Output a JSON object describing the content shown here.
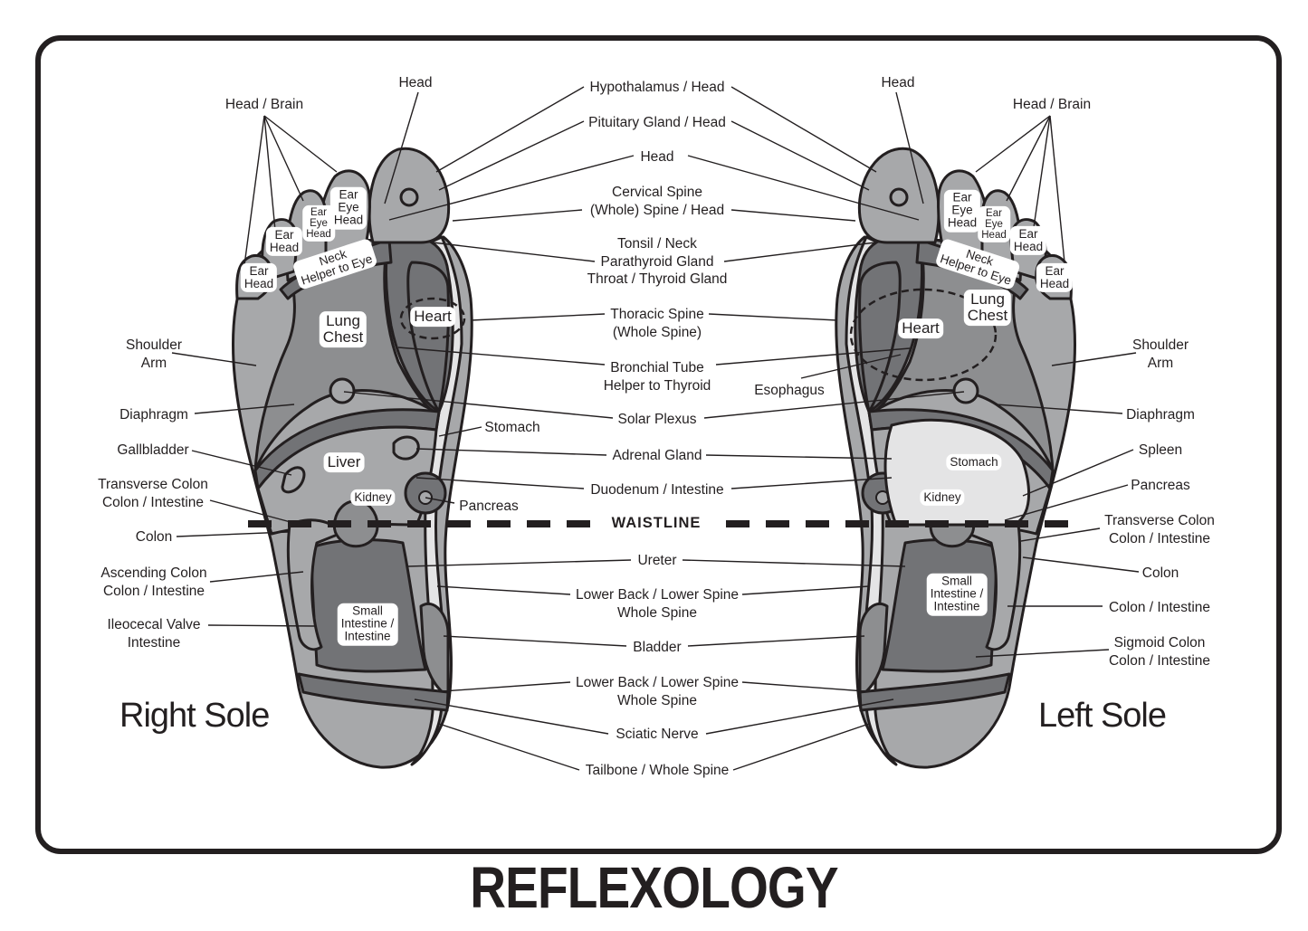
{
  "title": "REFLEXOLOGY",
  "waistline_label": "WAISTLINE",
  "colors": {
    "outline": "#231f20",
    "light": "#a7a8aa",
    "mid": "#8d8e90",
    "dark": "#727376",
    "pale": "#e4e4e5",
    "background": "#ffffff"
  },
  "right_sole": {
    "title": "Right Sole",
    "left_labels": [
      {
        "lines": [
          "Head / Brain"
        ]
      },
      {
        "lines": [
          "Shoulder",
          "Arm"
        ]
      },
      {
        "lines": [
          "Diaphragm"
        ]
      },
      {
        "lines": [
          "Gallbladder"
        ]
      },
      {
        "lines": [
          "Transverse Colon",
          "Colon / Intestine"
        ]
      },
      {
        "lines": [
          "Colon"
        ]
      },
      {
        "lines": [
          "Ascending Colon",
          "Colon / Intestine"
        ]
      },
      {
        "lines": [
          "Ileocecal Valve",
          "Intestine"
        ]
      }
    ],
    "top_label": {
      "lines": [
        "Head"
      ]
    },
    "inner_labels": [
      {
        "lines": [
          "Stomach"
        ]
      },
      {
        "lines": [
          "Pancreas"
        ]
      }
    ],
    "zone_tags": [
      {
        "lines": [
          "Ear",
          "Head"
        ]
      },
      {
        "lines": [
          "Ear",
          "Head"
        ]
      },
      {
        "lines": [
          "Ear",
          "Eye",
          "Head"
        ]
      },
      {
        "lines": [
          "Ear",
          "Eye",
          "Head"
        ]
      },
      {
        "lines": [
          "Neck",
          "Helper to Eye"
        ]
      },
      {
        "lines": [
          "Lung",
          "Chest"
        ]
      },
      {
        "lines": [
          "Heart"
        ]
      },
      {
        "lines": [
          "Liver"
        ]
      },
      {
        "lines": [
          "Kidney"
        ]
      },
      {
        "lines": [
          "Small",
          "Intestine /",
          "Intestine"
        ]
      }
    ]
  },
  "left_sole": {
    "title": "Left Sole",
    "right_labels": [
      {
        "lines": [
          "Head / Brain"
        ]
      },
      {
        "lines": [
          "Shoulder",
          "Arm"
        ]
      },
      {
        "lines": [
          "Diaphragm"
        ]
      },
      {
        "lines": [
          "Spleen"
        ]
      },
      {
        "lines": [
          "Pancreas"
        ]
      },
      {
        "lines": [
          "Transverse Colon",
          "Colon / Intestine"
        ]
      },
      {
        "lines": [
          "Colon"
        ]
      },
      {
        "lines": [
          "Colon / Intestine"
        ]
      },
      {
        "lines": [
          "Sigmoid Colon",
          "Colon / Intestine"
        ]
      }
    ],
    "top_label": {
      "lines": [
        "Head"
      ]
    },
    "inner_labels": [
      {
        "lines": [
          "Esophagus"
        ]
      }
    ],
    "zone_tags": [
      {
        "lines": [
          "Ear",
          "Eye",
          "Head"
        ]
      },
      {
        "lines": [
          "Ear",
          "Eye",
          "Head"
        ]
      },
      {
        "lines": [
          "Ear",
          "Head"
        ]
      },
      {
        "lines": [
          "Ear",
          "Head"
        ]
      },
      {
        "lines": [
          "Neck",
          "Helper to Eye"
        ]
      },
      {
        "lines": [
          "Lung",
          "Chest"
        ]
      },
      {
        "lines": [
          "Heart"
        ]
      },
      {
        "lines": [
          "Stomach"
        ]
      },
      {
        "lines": [
          "Kidney"
        ]
      },
      {
        "lines": [
          "Small",
          "Intestine /",
          "Intestine"
        ]
      }
    ]
  },
  "center_labels": [
    {
      "lines": [
        "Hypothalamus / Head"
      ]
    },
    {
      "lines": [
        "Pituitary Gland / Head"
      ]
    },
    {
      "lines": [
        "Head"
      ]
    },
    {
      "lines": [
        "Cervical Spine",
        "(Whole) Spine / Head"
      ]
    },
    {
      "lines": [
        "Tonsil / Neck",
        "Parathyroid Gland",
        "Throat / Thyroid Gland"
      ]
    },
    {
      "lines": [
        "Thoracic Spine",
        "(Whole Spine)"
      ]
    },
    {
      "lines": [
        "Bronchial Tube",
        "Helper to Thyroid"
      ]
    },
    {
      "lines": [
        "Solar Plexus"
      ]
    },
    {
      "lines": [
        "Adrenal Gland"
      ]
    },
    {
      "lines": [
        "Duodenum / Intestine"
      ]
    },
    {
      "lines": [
        "Ureter"
      ]
    },
    {
      "lines": [
        "Lower Back / Lower Spine",
        "Whole Spine"
      ]
    },
    {
      "lines": [
        "Bladder"
      ]
    },
    {
      "lines": [
        "Lower Back / Lower Spine",
        "Whole Spine"
      ]
    },
    {
      "lines": [
        "Sciatic Nerve"
      ]
    },
    {
      "lines": [
        "Tailbone / Whole Spine"
      ]
    }
  ]
}
